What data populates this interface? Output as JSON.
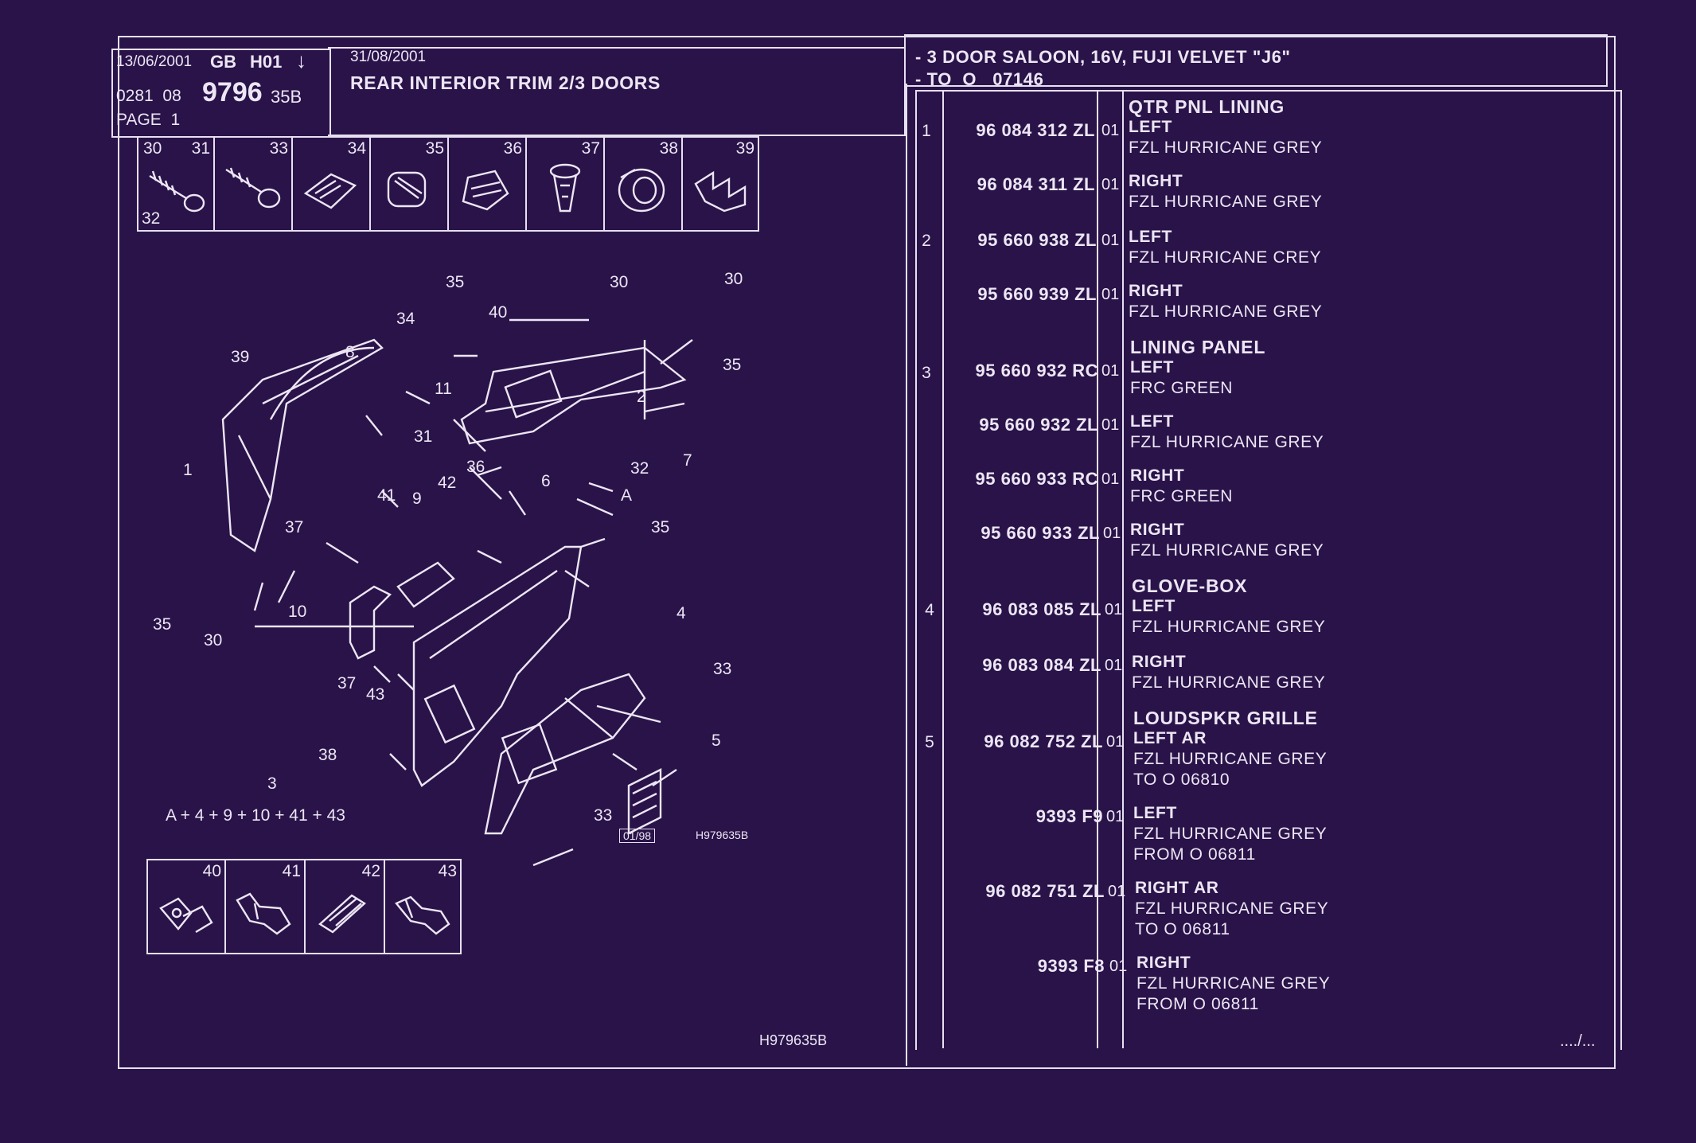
{
  "header": {
    "date1": "13/06/2001",
    "country": "GB",
    "code": "H01",
    "arrow": "↓",
    "ref_prefix": "0281  08",
    "ref_main": "9796",
    "ref_suffix": "35B",
    "page": "PAGE  1",
    "date2": "31/08/2001",
    "title": "REAR INTERIOR TRIM 2/3 DOORS",
    "model_line1": "- 3 DOOR SALOON, 16V, FUJI VELVET \"J6\"",
    "model_line2": "- TO  O   07146"
  },
  "top_icons": [
    {
      "num": "30",
      "num2": "31",
      "num3": "32",
      "icon": "screw-icon"
    },
    {
      "num": "33",
      "icon": "screw-icon"
    },
    {
      "num": "34",
      "icon": "clip-icon"
    },
    {
      "num": "35",
      "icon": "clip-icon"
    },
    {
      "num": "36",
      "icon": "clip-icon"
    },
    {
      "num": "37",
      "icon": "plug-icon"
    },
    {
      "num": "38",
      "icon": "ring-clip-icon"
    },
    {
      "num": "39",
      "icon": "bracket-icon"
    }
  ],
  "bottom_icons": [
    {
      "num": "40",
      "icon": "bracket-icon"
    },
    {
      "num": "41",
      "icon": "push-pin-icon"
    },
    {
      "num": "42",
      "icon": "clip-icon"
    },
    {
      "num": "43",
      "icon": "push-pin-icon"
    }
  ],
  "diagram": {
    "callouts": [
      "35",
      "30",
      "30",
      "40",
      "34",
      "8",
      "39",
      "11",
      "2",
      "35",
      "31",
      "36",
      "6",
      "32",
      "7",
      "1",
      "42",
      "41",
      "9",
      "A",
      "37",
      "35",
      "10",
      "4",
      "35",
      "30",
      "37",
      "33",
      "43",
      "38",
      "5",
      "3",
      "33"
    ],
    "assembly_formula": "A + 4 + 9 + 10 + 41 + 43",
    "stamp": "01/98",
    "drawing_ref": "H979635B",
    "footer_ref": "H979635B"
  },
  "sections": [
    "QTR PNL LINING",
    "LINING PANEL",
    "GLOVE-BOX",
    "LOUDSPKR GRILLE"
  ],
  "parts": [
    {
      "item": "1",
      "pn": "96 084 312 ZL",
      "qty": "01",
      "d1": "LEFT",
      "d2": "FZL HURRICANE GREY",
      "d3": ""
    },
    {
      "item": "",
      "pn": "96 084 311 ZL",
      "qty": "01",
      "d1": "RIGHT",
      "d2": "FZL HURRICANE GREY",
      "d3": ""
    },
    {
      "item": "2",
      "pn": "95 660 938 ZL",
      "qty": "01",
      "d1": "LEFT",
      "d2": "FZL HURRICANE CREY",
      "d3": ""
    },
    {
      "item": "",
      "pn": "95 660 939 ZL",
      "qty": "01",
      "d1": "RIGHT",
      "d2": "FZL HURRICANE GREY",
      "d3": ""
    },
    {
      "item": "3",
      "pn": "95 660 932 RC",
      "qty": "01",
      "d1": "LEFT",
      "d2": "FRC GREEN",
      "d3": ""
    },
    {
      "item": "",
      "pn": "95 660 932 ZL",
      "qty": "01",
      "d1": "LEFT",
      "d2": "FZL HURRICANE GREY",
      "d3": ""
    },
    {
      "item": "",
      "pn": "95 660 933 RC",
      "qty": "01",
      "d1": "RIGHT",
      "d2": "FRC GREEN",
      "d3": ""
    },
    {
      "item": "",
      "pn": "95 660 933 ZL",
      "qty": "01",
      "d1": "RIGHT",
      "d2": "FZL HURRICANE GREY",
      "d3": ""
    },
    {
      "item": "4",
      "pn": "96 083 085 ZL",
      "qty": "01",
      "d1": "LEFT",
      "d2": "FZL HURRICANE GREY",
      "d3": ""
    },
    {
      "item": "",
      "pn": "96 083 084 ZL",
      "qty": "01",
      "d1": "RIGHT",
      "d2": "FZL HURRICANE GREY",
      "d3": ""
    },
    {
      "item": "5",
      "pn": "96 082 752 ZL",
      "qty": "01",
      "d1": "LEFT AR",
      "d2": "FZL HURRICANE GREY",
      "d3": "TO  O  06810"
    },
    {
      "item": "",
      "pn": "9393 F9",
      "qty": "01",
      "d1": "LEFT",
      "d2": "FZL HURRICANE GREY",
      "d3": "FROM  O  06811"
    },
    {
      "item": "",
      "pn": "96 082 751 ZL",
      "qty": "01",
      "d1": "RIGHT AR",
      "d2": "FZL HURRICANE GREY",
      "d3": "TO  O  06811"
    },
    {
      "item": "",
      "pn": "9393 F8",
      "qty": "01",
      "d1": "RIGHT",
      "d2": "FZL HURRICANE GREY",
      "d3": "FROM  O  06811"
    }
  ],
  "continuation": "..../...",
  "colors": {
    "background": "#2a1349",
    "ink": "#ece6f4"
  }
}
